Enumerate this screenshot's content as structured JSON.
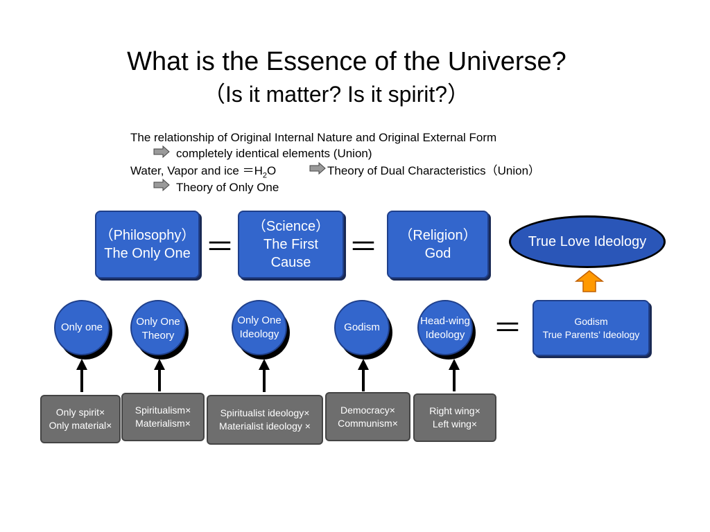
{
  "title": "What is the Essence of the Universe?",
  "subtitle": "（Is it matter? Is it spirit?）",
  "explanation": {
    "line1": "The relationship of Original Internal Nature and Original External Form",
    "line2": "completely identical elements (Union)",
    "line3_left": "Water, Vapor and ice ＝H",
    "line3_sub": "2",
    "line3_o": "O",
    "line3_right": "Theory of Dual Characteristics（Union）",
    "line4": "Theory of Only One"
  },
  "top_boxes": [
    {
      "line1": "（Philosophy）",
      "line2": "The Only One"
    },
    {
      "line1": "（Science）",
      "line2": "The First",
      "line3": "Cause"
    },
    {
      "line1": "（Religion）",
      "line2": "God"
    }
  ],
  "equals": "＝",
  "oval_label": "True Love Ideology",
  "circles": [
    {
      "line1": "Only one",
      "line2": ""
    },
    {
      "line1": "Only One",
      "line2": "Theory"
    },
    {
      "line1": "Only  One",
      "line2": "Ideology"
    },
    {
      "line1": "Godism",
      "line2": ""
    },
    {
      "line1": "Head-wing",
      "line2": "Ideology"
    }
  ],
  "godism_box": {
    "line1": "Godism",
    "line2": "True Parents’ Ideology"
  },
  "gray_boxes": [
    {
      "line1": "Only spirit×",
      "line2": "Only material×"
    },
    {
      "line1": "Spiritualism×",
      "line2": "Materialism×"
    },
    {
      "line1": "Spiritualist ideology×",
      "line2": "Materialist ideology ×"
    },
    {
      "line1": "Democracy×",
      "line2": "Communism×"
    },
    {
      "line1": "Right wing×",
      "line2": "Left wing×"
    }
  ],
  "colors": {
    "blue": "#3366cc",
    "gray": "#6e6e6e",
    "orange": "#ff9900"
  }
}
